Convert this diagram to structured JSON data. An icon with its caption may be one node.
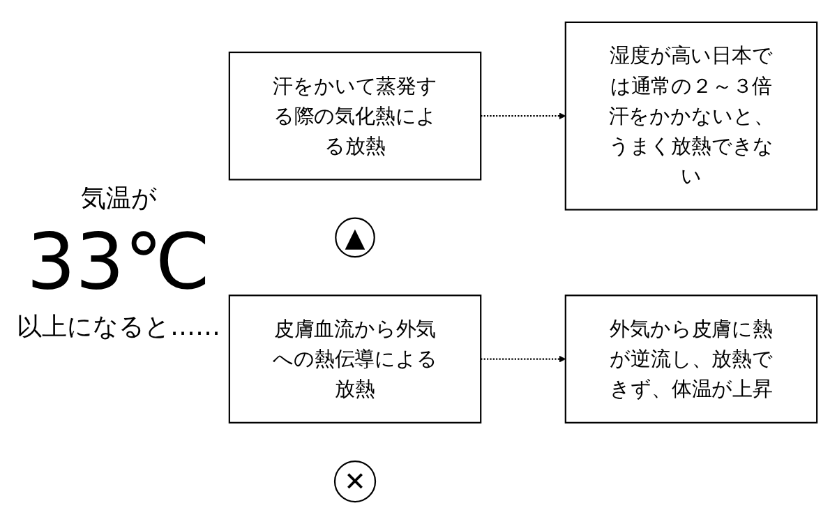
{
  "diagram": {
    "nodes": [
      {
        "text": [
          "汗をかいて蒸発する際の気化熱による放熱"
        ]
      },
      {
        "text": [
          "▲"
        ]
      },
      {
        "text": [
          "湿度が高い日本では通常の２～３倍汗をかかないと、うまく放熱できない"
        ]
      },
      {
        "text": [
          "皮膚血流から外気への熱伝導による放熱"
        ]
      },
      {
        "text": [
          "✕"
        ]
      },
      {
        "text": [
          "外気から皮膚に熱が逆流し、放熱できず、体温が上昇"
        ]
      }
    ],
    "edges": [
      {
        "from": 0,
        "to": 2,
        "arrow": "to",
        "style": "dashed"
      },
      {
        "from": 3,
        "to": 5,
        "arrow": "to",
        "style": "dashed"
      }
    ],
    "labels": [
      "気温が",
      "33℃",
      "以上になると……"
    ]
  }
}
